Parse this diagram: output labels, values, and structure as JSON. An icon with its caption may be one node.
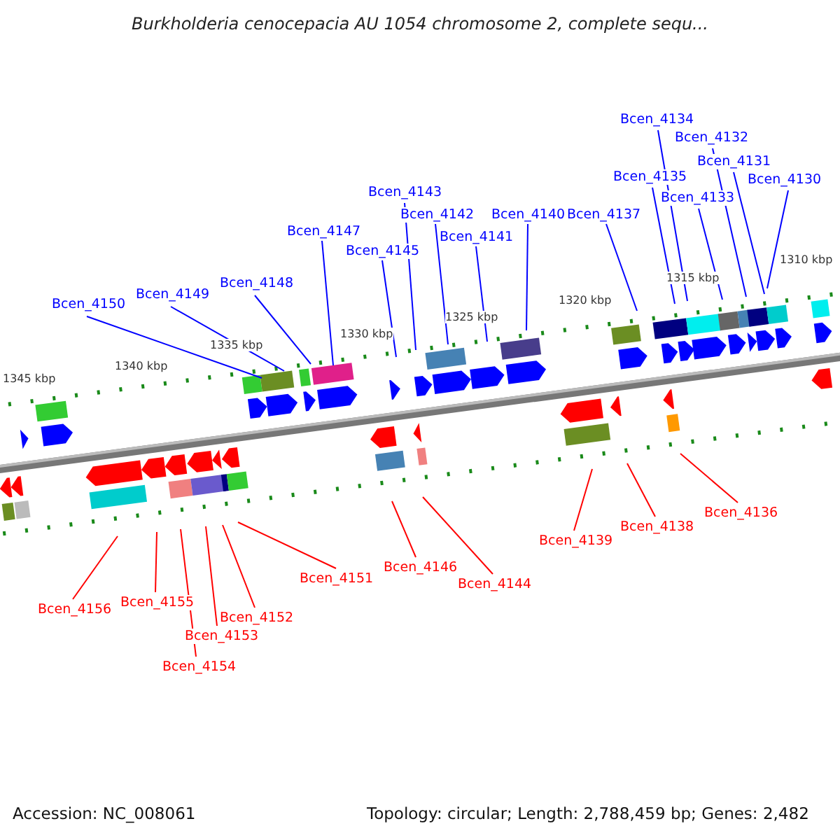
{
  "diagram": {
    "title": "Burkholderia cenocepacia AU 1054 chromosome 2, complete sequ...",
    "nodes": [
      {
        "text": [
          "Bcen_4134"
        ]
      },
      {
        "text": [
          "Bcen_4132"
        ]
      },
      {
        "text": [
          "Bcen_4131"
        ]
      },
      {
        "text": [
          "Bcen_4135"
        ]
      },
      {
        "text": [
          "Bcen_4130"
        ]
      },
      {
        "text": [
          "Bcen_4143"
        ]
      },
      {
        "text": [
          "Bcen_4133"
        ]
      },
      {
        "text": [
          "Bcen_4142"
        ]
      },
      {
        "text": [
          "Bcen_4140"
        ]
      },
      {
        "text": [
          "Bcen_4137"
        ]
      },
      {
        "text": [
          "Bcen_4147"
        ]
      },
      {
        "text": [
          "Bcen_4141"
        ]
      },
      {
        "text": [
          "Bcen_4145"
        ]
      },
      {
        "text": [
          "Bcen_4148"
        ]
      },
      {
        "text": [
          "Bcen_4149"
        ]
      },
      {
        "text": [
          "Bcen_4150"
        ]
      },
      {
        "text": [
          "Bcen_4136"
        ]
      },
      {
        "text": [
          "Bcen_4138"
        ]
      },
      {
        "text": [
          "Bcen_4139"
        ]
      },
      {
        "text": [
          "Bcen_4146"
        ]
      },
      {
        "text": [
          "Bcen_4151"
        ]
      },
      {
        "text": [
          "Bcen_4144"
        ]
      },
      {
        "text": [
          "Bcen_4155"
        ]
      },
      {
        "text": [
          "Bcen_4156"
        ]
      },
      {
        "text": [
          "Bcen_4152"
        ]
      },
      {
        "text": [
          "Bcen_4153"
        ]
      },
      {
        "text": [
          "Bcen_4154"
        ]
      }
    ],
    "edges": [
      {
        "from": 0,
        "to": null,
        "arrow": "none"
      },
      {
        "from": 1,
        "to": null,
        "arrow": "none"
      },
      {
        "from": 2,
        "to": null,
        "arrow": "none"
      },
      {
        "from": 3,
        "to": null,
        "arrow": "none"
      },
      {
        "from": 4,
        "to": null,
        "arrow": "none"
      },
      {
        "from": 5,
        "to": null,
        "arrow": "none"
      },
      {
        "from": 6,
        "to": null,
        "arrow": "none"
      },
      {
        "from": 7,
        "to": null,
        "arrow": "none"
      },
      {
        "from": 8,
        "to": null,
        "arrow": "none"
      },
      {
        "from": 9,
        "to": null,
        "arrow": "none"
      },
      {
        "from": 10,
        "to": null,
        "arrow": "none"
      },
      {
        "from": 11,
        "to": null,
        "arrow": "none"
      },
      {
        "from": 12,
        "to": null,
        "arrow": "none"
      },
      {
        "from": 13,
        "to": null,
        "arrow": "none"
      },
      {
        "from": 14,
        "to": null,
        "arrow": "none"
      },
      {
        "from": 15,
        "to": null,
        "arrow": "none"
      },
      {
        "from": 16,
        "to": null,
        "arrow": "none",
        "color": "#ff0000"
      },
      {
        "from": 17,
        "to": null,
        "arrow": "none",
        "color": "#ff0000"
      },
      {
        "from": 18,
        "to": null,
        "arrow": "none",
        "color": "#ff0000"
      },
      {
        "from": 19,
        "to": null,
        "arrow": "none",
        "color": "#ff0000"
      },
      {
        "from": 20,
        "to": null,
        "arrow": "none",
        "color": "#ff0000"
      },
      {
        "from": 21,
        "to": null,
        "arrow": "none",
        "color": "#ff0000"
      },
      {
        "from": 22,
        "to": null,
        "arrow": "none",
        "color": "#ff0000"
      },
      {
        "from": 23,
        "to": null,
        "arrow": "none",
        "color": "#ff0000"
      },
      {
        "from": 24,
        "to": null,
        "arrow": "none",
        "color": "#ff0000"
      },
      {
        "from": 25,
        "to": null,
        "arrow": "none",
        "color": "#ff0000"
      },
      {
        "from": 26,
        "to": null,
        "arrow": "none",
        "color": "#ff0000"
      }
    ],
    "labels": [
      "1310 kbp",
      "1315 kbp",
      "1320 kbp",
      "1325 kbp",
      "1330 kbp",
      "1335 kbp",
      "1340 kbp",
      "1345 kbp",
      "Accession: NC_008061",
      "Topology: circular; Length: 2,788,459 bp; Genes: 2,482"
    ]
  }
}
